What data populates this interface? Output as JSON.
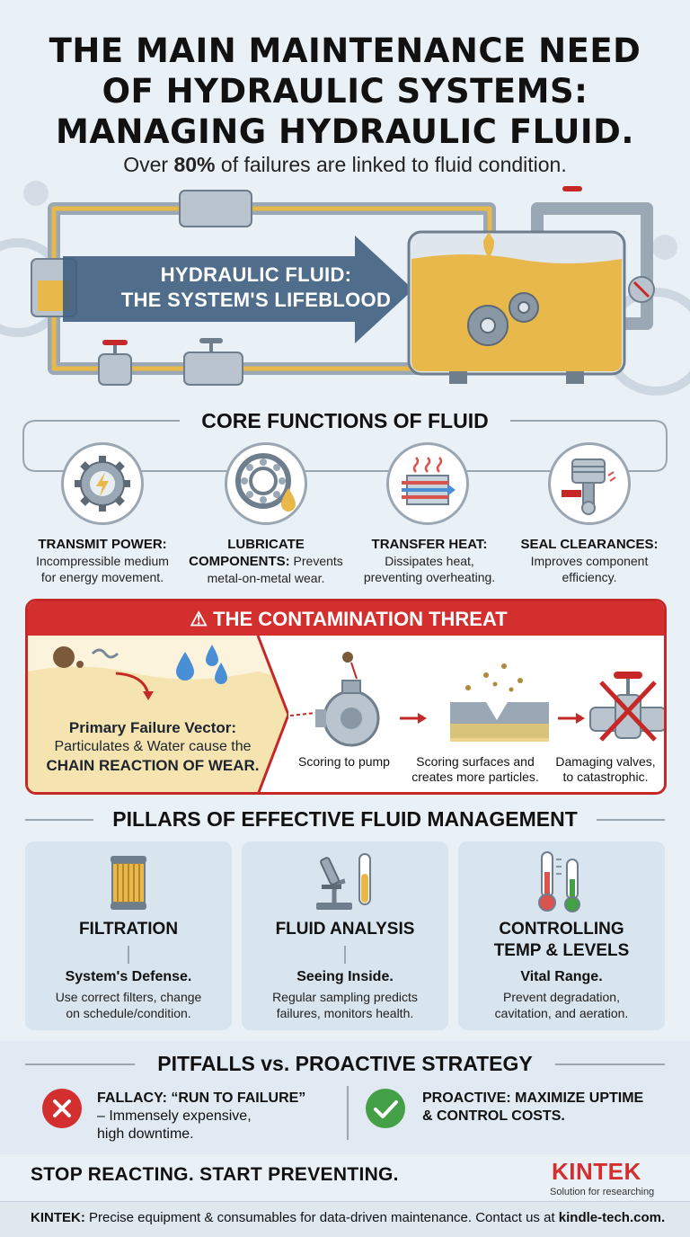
{
  "header": {
    "title_line1": "THE MAIN MAINTENANCE NEED",
    "title_line2": "OF HYDRAULIC SYSTEMS:",
    "title_line3": "MANAGING HYDRAULIC FLUID.",
    "subtitle_pre": "Over ",
    "subtitle_bold": "80%",
    "subtitle_post": " of failures are linked to fluid condition."
  },
  "hero": {
    "label_line1": "HYDRAULIC FLUID:",
    "label_line2": "THE SYSTEM'S LIFEBLOOD"
  },
  "core": {
    "heading": "CORE FUNCTIONS OF FLUID",
    "items": [
      {
        "title": "TRANSMIT POWER:",
        "desc1": "Incompressible medium",
        "desc2": "for energy movement.",
        "icon": "gear-lightning-icon"
      },
      {
        "title": "LUBRICATE",
        "title2": "COMPONENTS:",
        "desc1": " Prevents",
        "desc2": "metal-on-metal wear.",
        "icon": "bearing-drop-icon"
      },
      {
        "title": "TRANSFER HEAT:",
        "desc1": "Dissipates heat,",
        "desc2": "preventing overheating.",
        "icon": "heat-exchanger-icon"
      },
      {
        "title": "SEAL CLEARANCES:",
        "desc1": "Improves component",
        "desc2": "efficiency.",
        "icon": "piston-icon"
      }
    ]
  },
  "contamination": {
    "heading": "THE CONTAMINATION THREAT",
    "vector_title": "Primary Failure Vector:",
    "vector_line2": "Particulates & Water cause the",
    "vector_line3": "CHAIN REACTION OF WEAR.",
    "steps": [
      {
        "line1": "Scoring to pump",
        "line2": ""
      },
      {
        "line1": "Scoring surfaces and",
        "line2": "creates more particles."
      },
      {
        "line1": "Damaging valves,",
        "line2": "to catastrophic."
      }
    ]
  },
  "pillars": {
    "heading": "PILLARS OF EFFECTIVE FLUID MANAGEMENT",
    "items": [
      {
        "title1": "FILTRATION",
        "title2": "",
        "sub": "System's Defense.",
        "desc1": "Use correct filters, change",
        "desc2": "on schedule/condition.",
        "icon": "filter-icon"
      },
      {
        "title1": "FLUID ANALYSIS",
        "title2": "",
        "sub": "Seeing Inside.",
        "desc1": "Regular sampling predicts",
        "desc2": "failures, monitors health.",
        "icon": "microscope-icon"
      },
      {
        "title1": "CONTROLLING",
        "title2": "TEMP & LEVELS",
        "sub": "Vital Range.",
        "desc1": "Prevent degradation,",
        "desc2": "cavitation, and aeration.",
        "icon": "thermometer-icon"
      }
    ]
  },
  "pitfalls": {
    "heading": "PITFALLS vs. PROACTIVE STRATEGY",
    "fallacy_line1": "FALLACY: “RUN TO FAILURE”",
    "fallacy_line2": "– Immensely expensive,",
    "fallacy_line3": "high downtime.",
    "proactive_line1": "PROACTIVE: MAXIMIZE UPTIME",
    "proactive_line2": "& CONTROL COSTS."
  },
  "footer": {
    "cta": "STOP REACTING. START PREVENTING.",
    "brand": "KINTEK",
    "tagline": "Solution for researching",
    "text_bold1": "KINTEK:",
    "text_mid": " Precise equipment & consumables for data-driven maintenance. Contact us at ",
    "text_bold2": "kindle-tech.com."
  },
  "colors": {
    "accent_red": "#d32f2f",
    "fluid_amber": "#e8b84a",
    "arrow_blue": "#3f5f7f",
    "success_green": "#43a047"
  }
}
